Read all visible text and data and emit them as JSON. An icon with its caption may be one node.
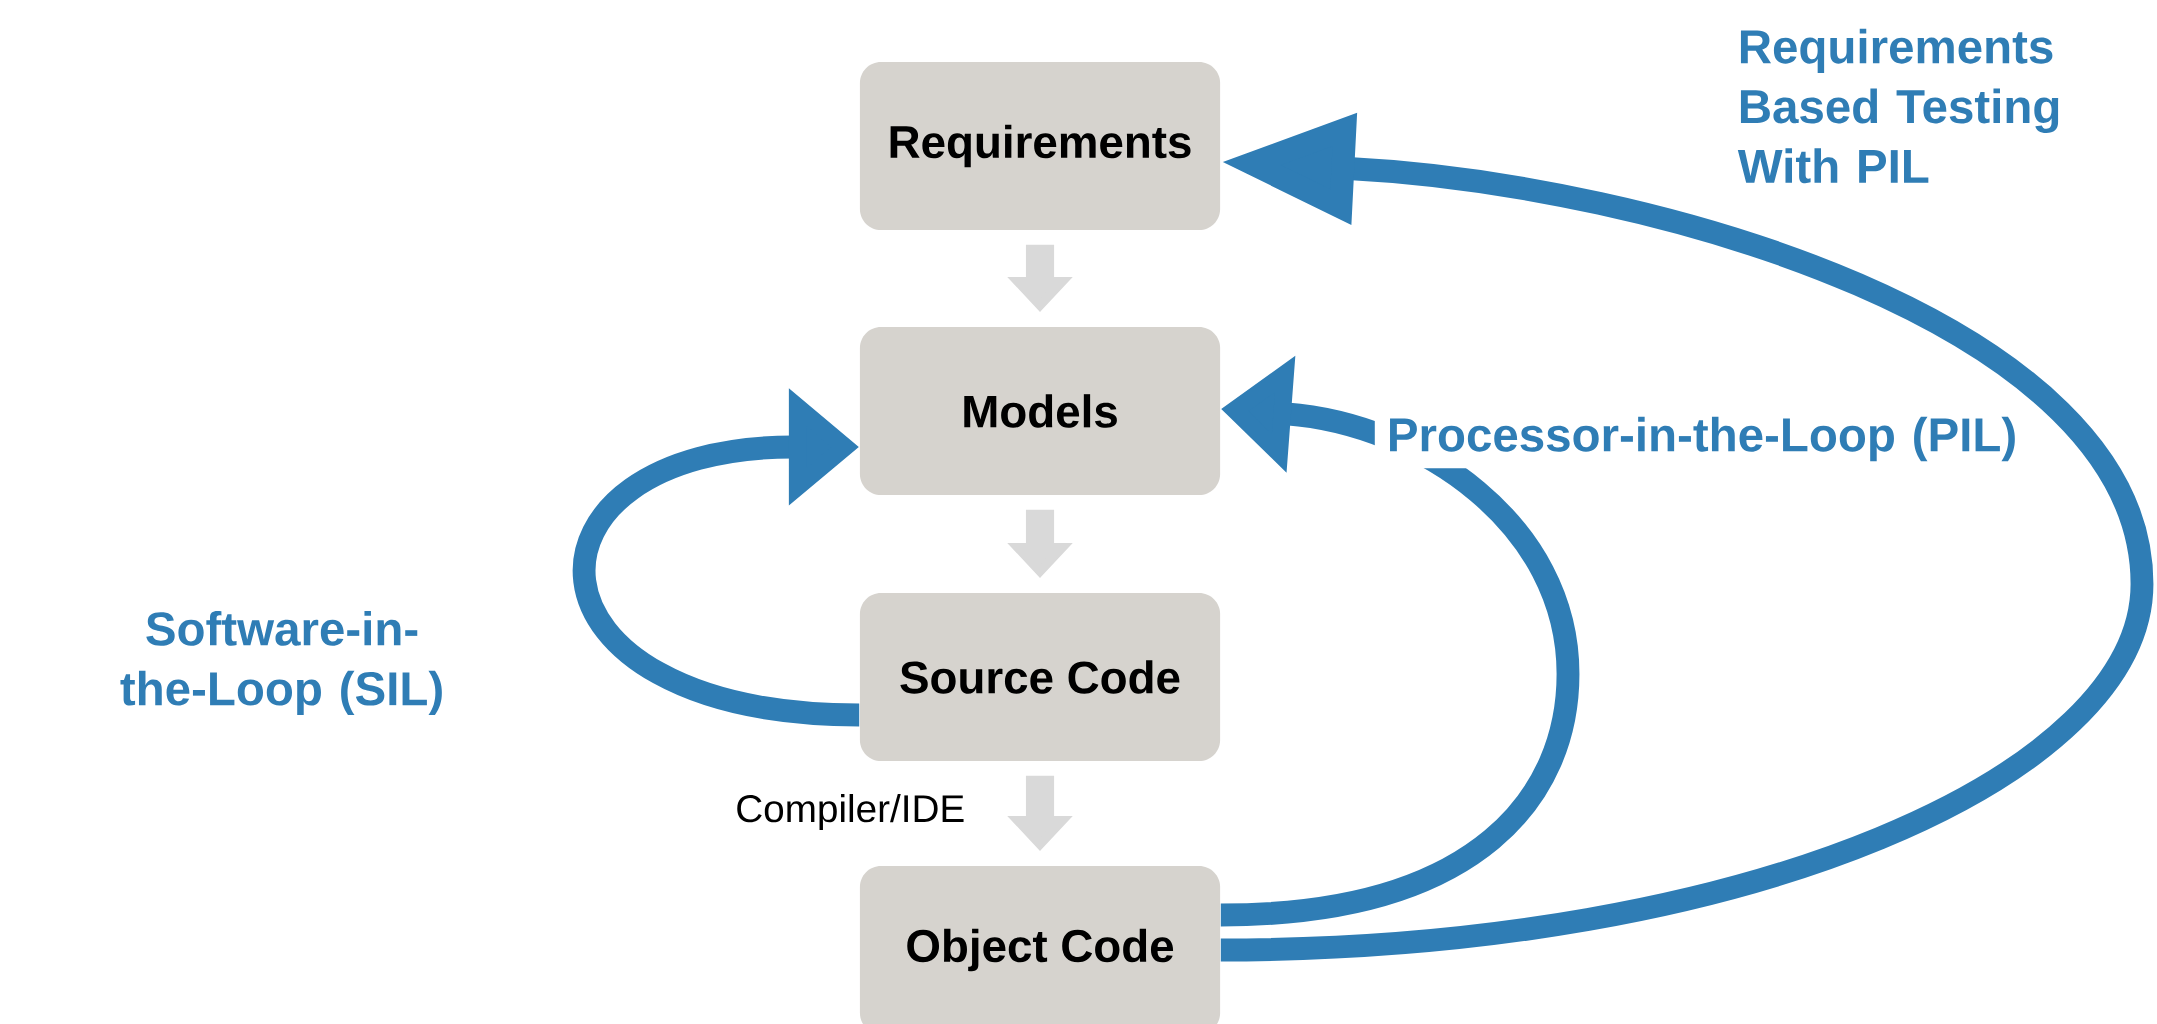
{
  "diagram": {
    "nodes": [
      {
        "text": [
          "Requirements"
        ]
      },
      {
        "text": [
          "Models"
        ]
      },
      {
        "text": [
          "Source Code"
        ]
      },
      {
        "text": [
          "Object Code"
        ]
      }
    ],
    "edges": [
      {
        "from": 0,
        "to": 1,
        "arrow": "to",
        "color": "#d9d9d9"
      },
      {
        "from": 1,
        "to": 2,
        "arrow": "to",
        "color": "#d9d9d9"
      },
      {
        "from": 2,
        "to": 3,
        "arrow": "to",
        "color": "#d9d9d9",
        "label": "Compiler/IDE"
      },
      {
        "from": 2,
        "to": 1,
        "arrow": "to",
        "color": "#2f7db5",
        "label": "Software-in-the-Loop (SIL)"
      },
      {
        "from": 3,
        "to": 1,
        "arrow": "to",
        "color": "#2f7db5",
        "label": "Processor-in-the-Loop (PIL)"
      },
      {
        "from": 3,
        "to": 0,
        "arrow": "to",
        "color": "#2f7db5",
        "label": "Requirements Based Testing With PIL"
      }
    ]
  }
}
